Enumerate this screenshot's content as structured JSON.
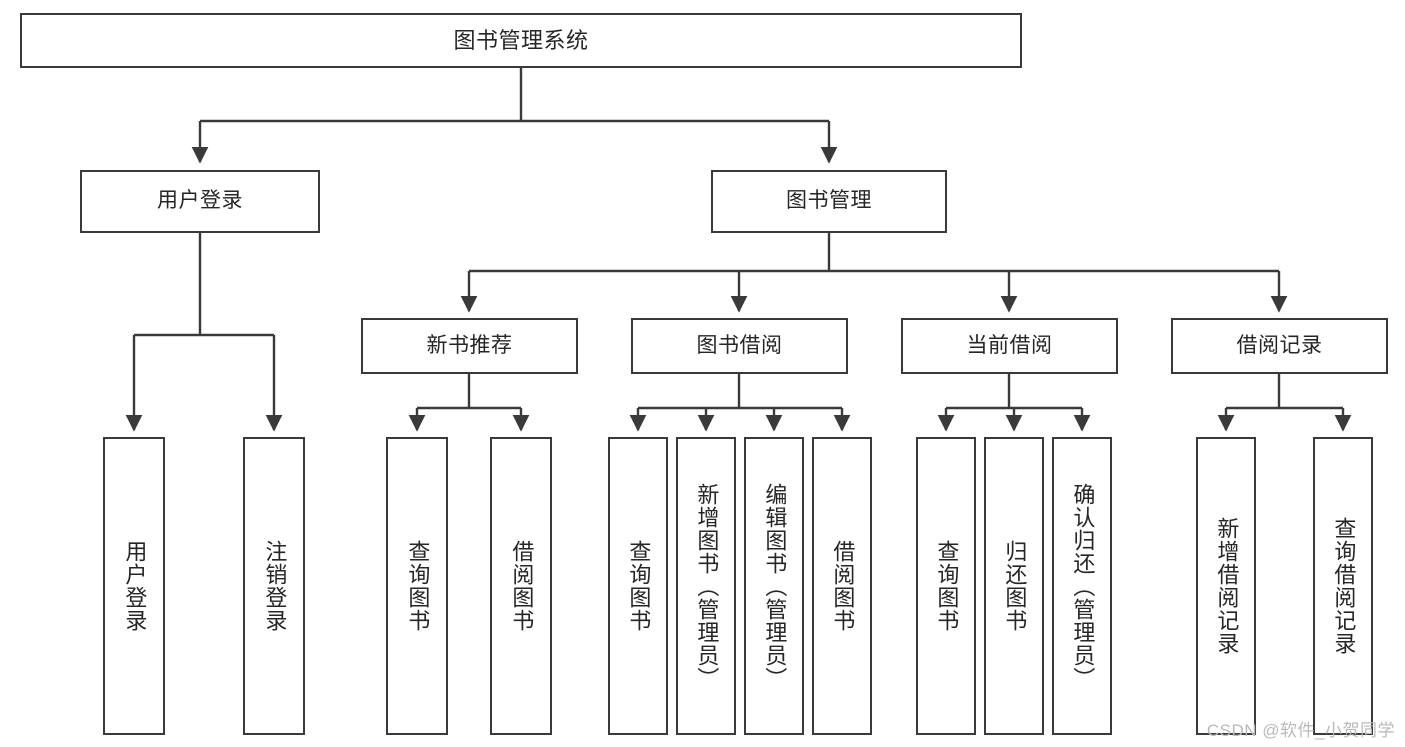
{
  "diagram": {
    "title": "图书管理系统",
    "type": "tree-hierarchy-chart",
    "colors": {
      "box_border": "#3a3a3a",
      "box_fill": "#ffffff",
      "connector": "#3a3a3a",
      "text": "#262626",
      "watermark": "#b9b9b9",
      "background": "#ffffff"
    }
  },
  "root": {
    "label": "图书管理系统"
  },
  "level1": [
    {
      "label": "用户登录"
    },
    {
      "label": "图书管理"
    }
  ],
  "level2": [
    {
      "label": "新书推荐"
    },
    {
      "label": "图书借阅"
    },
    {
      "label": "当前借阅"
    },
    {
      "label": "借阅记录"
    }
  ],
  "leaves": {
    "user_login": [
      {
        "label": "用户登录"
      },
      {
        "label": "注销登录"
      }
    ],
    "new_book_recommend": [
      {
        "label": "查询图书"
      },
      {
        "label": "借阅图书"
      }
    ],
    "book_borrow": [
      {
        "label": "查询图书"
      },
      {
        "label": "新增图书（管理员）"
      },
      {
        "label": "编辑图书（管理员）"
      },
      {
        "label": "借阅图书"
      }
    ],
    "current_borrow": [
      {
        "label": "查询图书"
      },
      {
        "label": "归还图书"
      },
      {
        "label": "确认归还（管理员）"
      }
    ],
    "borrow_record": [
      {
        "label": "新增借阅记录"
      },
      {
        "label": "查询借阅记录"
      }
    ]
  },
  "watermark": {
    "text": "CSDN @软件_小贺同学"
  }
}
